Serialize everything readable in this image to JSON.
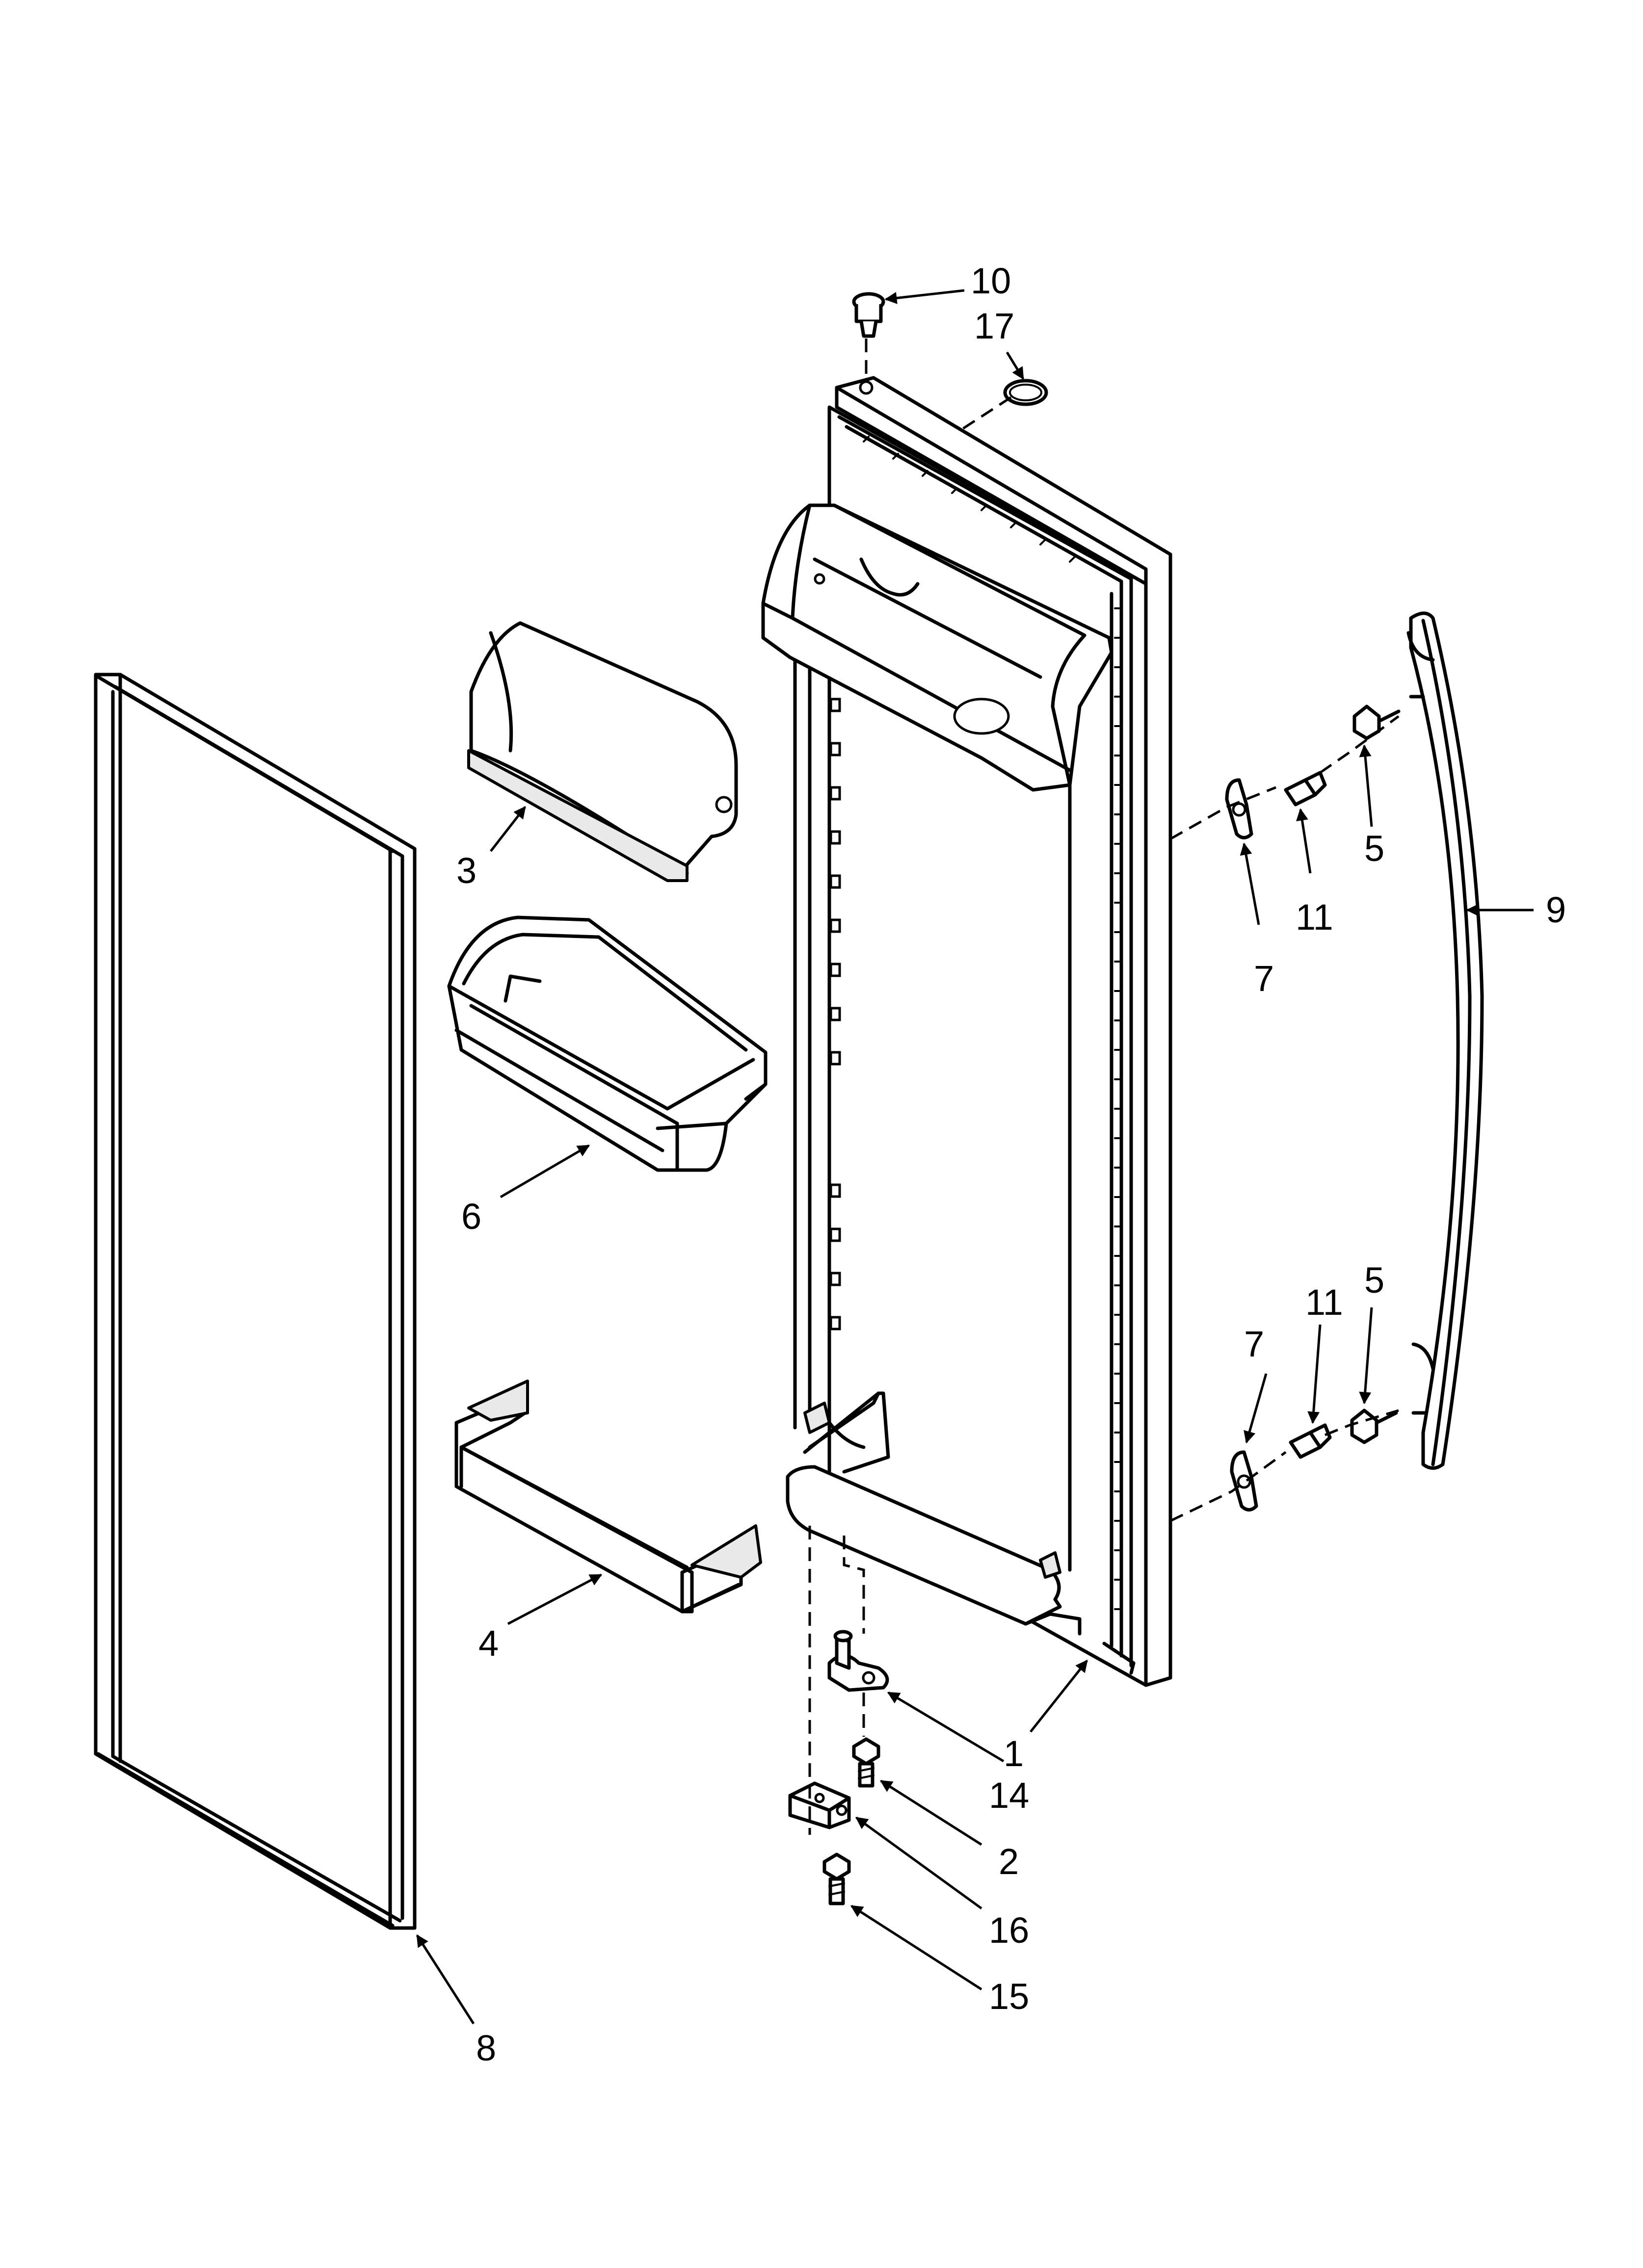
{
  "callouts": [
    {
      "id": "1",
      "text": "1"
    },
    {
      "id": "2",
      "text": "2"
    },
    {
      "id": "3",
      "text": "3"
    },
    {
      "id": "4",
      "text": "4"
    },
    {
      "id": "5a",
      "text": "5"
    },
    {
      "id": "5b",
      "text": "5"
    },
    {
      "id": "6",
      "text": "6"
    },
    {
      "id": "7a",
      "text": "7"
    },
    {
      "id": "7b",
      "text": "7"
    },
    {
      "id": "8",
      "text": "8"
    },
    {
      "id": "9",
      "text": "9"
    },
    {
      "id": "10",
      "text": "10"
    },
    {
      "id": "11a",
      "text": "11"
    },
    {
      "id": "11b",
      "text": "11"
    },
    {
      "id": "14",
      "text": "14"
    },
    {
      "id": "15",
      "text": "15"
    },
    {
      "id": "16",
      "text": "16"
    },
    {
      "id": "17",
      "text": "17"
    }
  ]
}
